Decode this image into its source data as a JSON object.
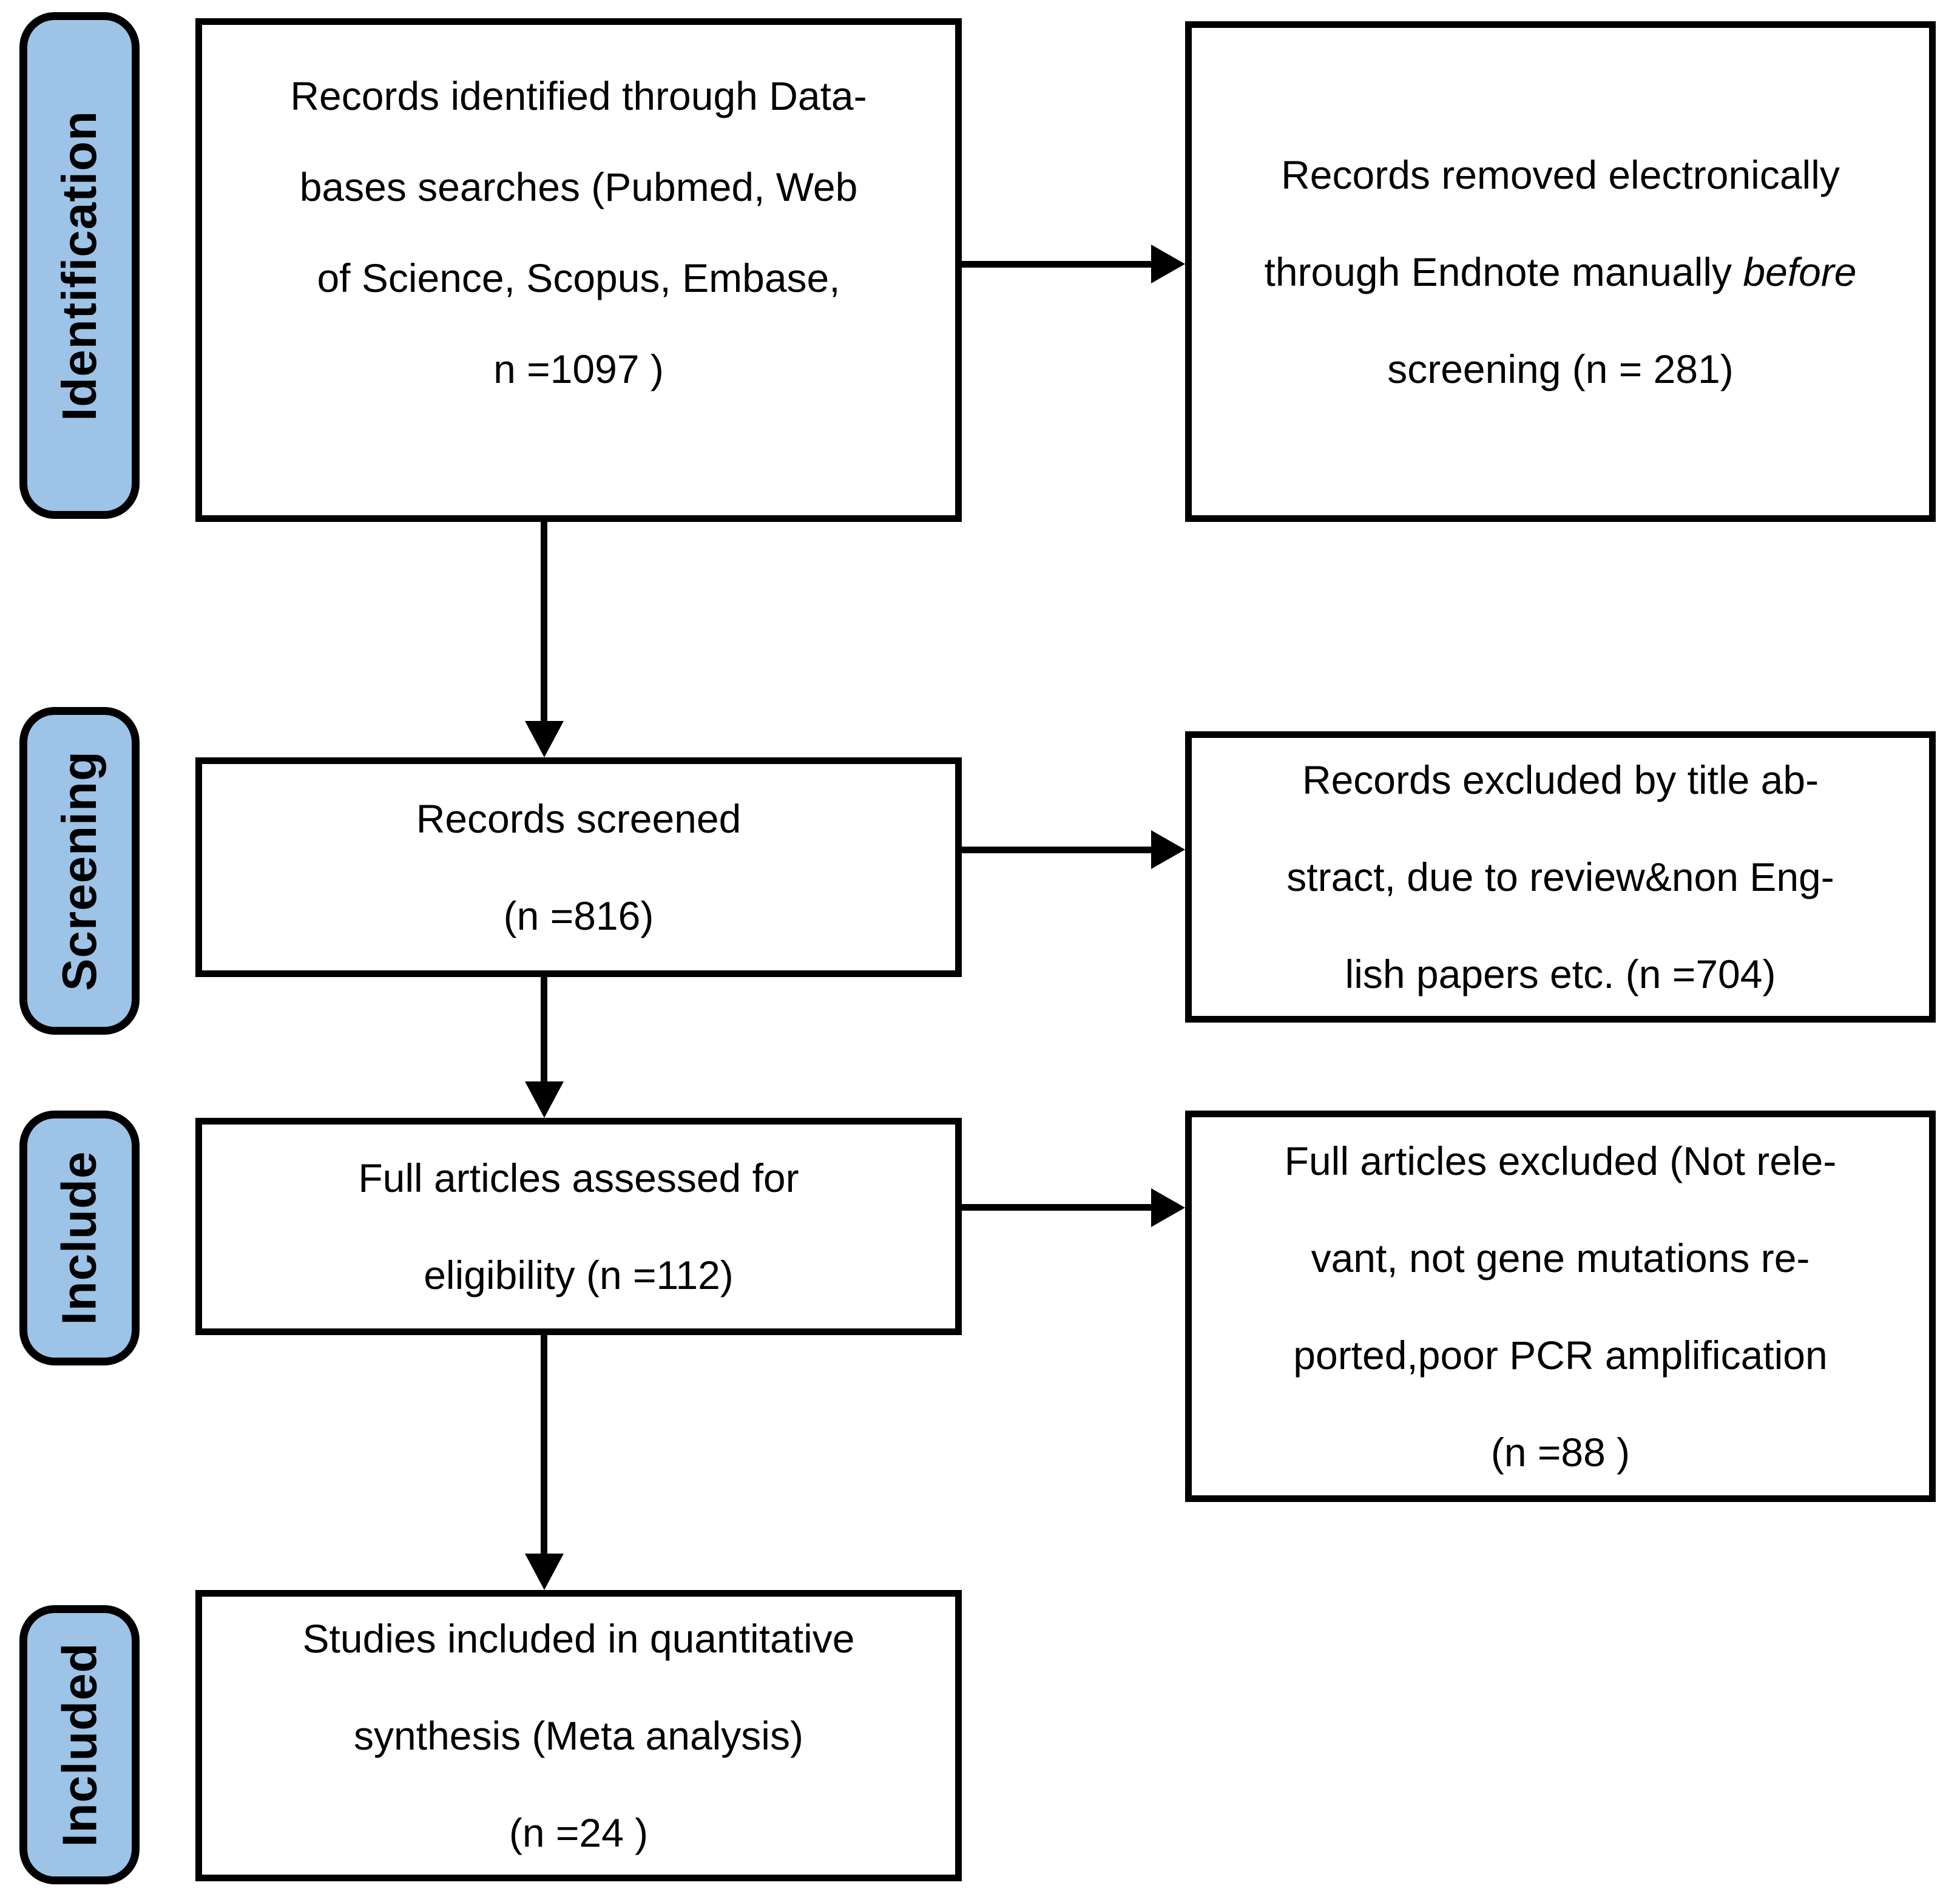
{
  "colors": {
    "stage_fill": "#9DC3E6",
    "line_color": "#000000",
    "background": "#FFFFFF"
  },
  "stage_labels": {
    "identification": "Identification",
    "screening": "Screening",
    "include": "Include",
    "included": "Included"
  },
  "boxes": {
    "records_identified": {
      "lines": [
        "Records identified through Data-",
        "bases searches (Pubmed, Web",
        "of Science, Scopus, Embase,",
        "n =1097 )"
      ]
    },
    "records_removed": {
      "line1": "Records removed electronically",
      "line2_regular": "through Endnote manually ",
      "line2_italic": "before",
      "line3": "screening (n = 281)"
    },
    "records_screened": {
      "lines": [
        "Records screened",
        "(n =816)"
      ]
    },
    "records_excluded": {
      "lines": [
        "Records excluded by title ab-",
        "stract, due to review&non Eng-",
        "lish papers etc. (n =704)"
      ]
    },
    "full_articles_assessed": {
      "lines": [
        "Full articles assessed for",
        "eligibility (n =112)"
      ]
    },
    "full_articles_excluded": {
      "lines": [
        "Full articles excluded (Not rele-",
        "vant, not gene mutations re-",
        "ported,poor PCR amplification",
        "(n =88 )"
      ]
    },
    "studies_included": {
      "lines": [
        "Studies included in quantitative",
        "synthesis (Meta analysis)",
        "(n =24 )"
      ]
    }
  }
}
